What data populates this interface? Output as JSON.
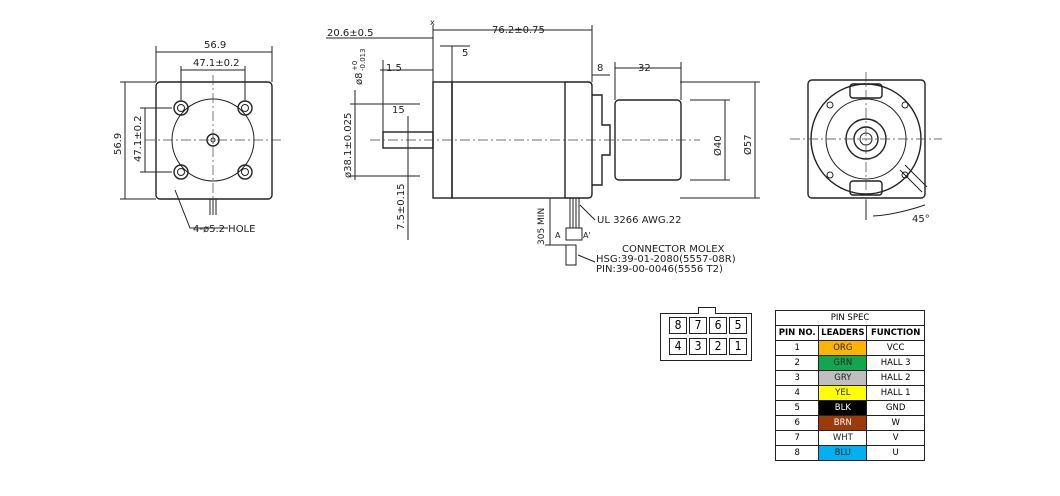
{
  "front_view": {
    "width": "56.9",
    "hole_pitch": "47.1±0.2",
    "height": "56.9",
    "hole_pitch_v": "47.1±0.2",
    "holes": "4-ø5.2 HOLE"
  },
  "side_view": {
    "shaft_length": "20.6±0.5",
    "x_mark": "x",
    "body_length": "76.2±0.75",
    "pilot": "5",
    "flange": "1.5",
    "shaft_dia": "ø8",
    "shaft_tol_upper": "+0",
    "shaft_tol_lower": "-0.013",
    "flat_length": "15",
    "pilot_dia": "ø38.1±0.025",
    "flat_depth": "7.5±0.15",
    "gap": "8",
    "encoder_length": "32",
    "encoder_dia": "Ø40",
    "motor_dia": "Ø57",
    "lead_length": "305 MIN",
    "section_a": "A",
    "section_a2": "A'",
    "cable": "UL 3266 AWG.22",
    "connector_title": "CONNECTOR MOLEX",
    "connector_hsg": "HSG:39-01-2080(5557-08R)",
    "connector_pin": "PIN:39-00-0046(5556 T2)"
  },
  "rear_view": {
    "angle": "45°"
  },
  "connector": {
    "top": [
      "8",
      "7",
      "6",
      "5"
    ],
    "bottom": [
      "4",
      "3",
      "2",
      "1"
    ]
  },
  "pin_spec": {
    "title": "PIN SPEC",
    "headers": [
      "PIN NO.",
      "LEADERS",
      "FUNCTION"
    ],
    "rows": [
      {
        "pin": "1",
        "leader": "ORG",
        "color": "#ffb400",
        "text": "#222",
        "function": "VCC"
      },
      {
        "pin": "2",
        "leader": "GRN",
        "color": "#12a650",
        "text": "#222",
        "function": "HALL 3"
      },
      {
        "pin": "3",
        "leader": "GRY",
        "color": "#bfbfbf",
        "text": "#222",
        "function": "HALL 2"
      },
      {
        "pin": "4",
        "leader": "YEL",
        "color": "#ffff00",
        "text": "#222",
        "function": "HALL 1"
      },
      {
        "pin": "5",
        "leader": "BLK",
        "color": "#000000",
        "text": "#ffffff",
        "function": "GND"
      },
      {
        "pin": "6",
        "leader": "BRN",
        "color": "#9c3a0a",
        "text": "#ffffff",
        "function": "W"
      },
      {
        "pin": "7",
        "leader": "WHT",
        "color": "#ffffff",
        "text": "#222",
        "function": "V"
      },
      {
        "pin": "8",
        "leader": "BLU",
        "color": "#00b0f0",
        "text": "#222",
        "function": "U"
      }
    ]
  }
}
